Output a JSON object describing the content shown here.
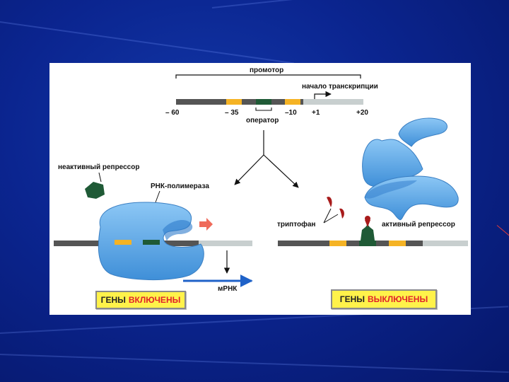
{
  "figure": {
    "promoter_label": "промотор",
    "transcription_start_label": "начало транскрипции",
    "operator_label": "оператор",
    "ticks": [
      "– 60",
      "– 35",
      "–10",
      "+1",
      "+20"
    ],
    "inactive_repressor_label": "неактивный репрессор",
    "rna_polymerase_label": "РНК-полимераза",
    "tryptophan_label": "триптофан",
    "active_repressor_label": "активный репрессор",
    "mrna_label": "мРНК",
    "genes_on": {
      "word1": "ГЕНЫ",
      "word2": "ВКЛЮЧЕНЫ"
    },
    "genes_off": {
      "word1": "ГЕНЫ",
      "word2": "ВЫКЛЮЧЕНЫ"
    }
  },
  "colors": {
    "dna_dark": "#555555",
    "dna_light": "#c8cfcf",
    "promoter_box": "#f5b324",
    "operator_box": "#1f5a36",
    "protein_blue": "#5aa6e6",
    "arrow_red": "#ef6a5a",
    "mrna_blue": "#1f62c8",
    "label_box_yellow": "#fff24a"
  }
}
